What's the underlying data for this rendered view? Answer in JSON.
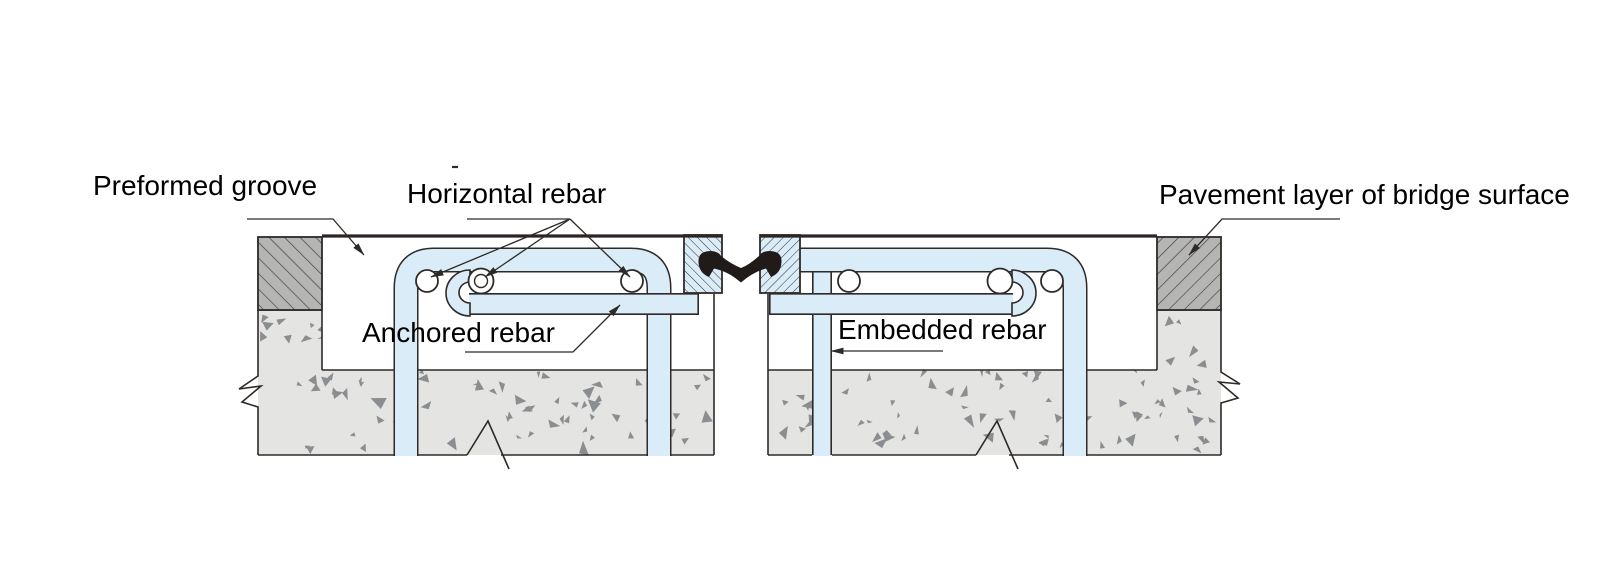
{
  "diagram": {
    "labels": {
      "preformed_groove": "Preformed groove",
      "horizontal_rebar": "Horizontal rebar",
      "pavement_layer": "Pavement layer of bridge surface",
      "anchored_rebar": "Anchored rebar",
      "embedded_rebar": "Embedded rebar"
    },
    "colors": {
      "background": "#ffffff",
      "outline": "#2e2a28",
      "rebar_fill": "#d9ecf8",
      "concrete_fill": "#e4e4e3",
      "concrete_speckle": "#8b8e90",
      "pavement_fill": "#b5b5b4",
      "hatch_line": "#403c3a",
      "seal": "#201b19",
      "surface_line": "#2e2424",
      "text": "#000000"
    }
  }
}
